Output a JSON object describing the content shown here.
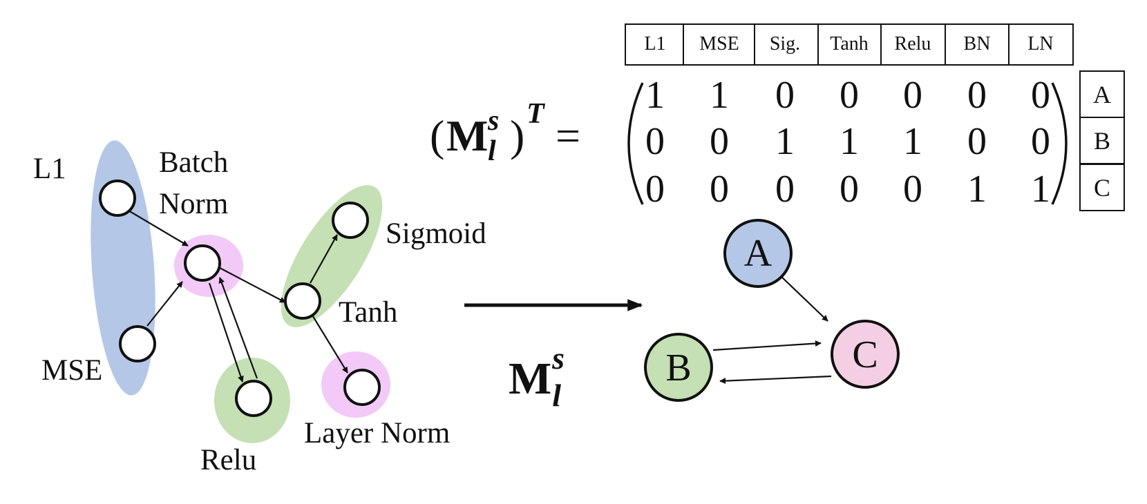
{
  "left_graph": {
    "labels": {
      "l1": "L1",
      "mse": "MSE",
      "batch_norm_line1": "Batch",
      "batch_norm_line2": "Norm",
      "sigmoid": "Sigmoid",
      "tanh": "Tanh",
      "relu": "Relu",
      "layer_norm": "Layer Norm"
    },
    "colors": {
      "blue_group": "#b4c7e7",
      "green_group": "#c5e0b4",
      "pink_group": "#f2c9f7"
    }
  },
  "arrow_label": {
    "base": "M",
    "sub": "l",
    "sup": "s"
  },
  "equation": {
    "base": "M",
    "sub": "l",
    "sup": "s",
    "transpose": "T",
    "equals": "="
  },
  "matrix": {
    "columns": [
      "L1",
      "MSE",
      "Sig.",
      "Tanh",
      "Relu",
      "BN",
      "LN"
    ],
    "rows": [
      {
        "label": "A",
        "values": [
          "1",
          "1",
          "0",
          "0",
          "0",
          "0",
          "0"
        ]
      },
      {
        "label": "B",
        "values": [
          "0",
          "0",
          "1",
          "1",
          "1",
          "0",
          "0"
        ]
      },
      {
        "label": "C",
        "values": [
          "0",
          "0",
          "0",
          "0",
          "0",
          "1",
          "1"
        ]
      }
    ]
  },
  "cluster_graph": {
    "nodes": [
      {
        "label": "A",
        "color": "#b4c7e7"
      },
      {
        "label": "B",
        "color": "#c5e0b4"
      },
      {
        "label": "C",
        "color": "#f4cfe3"
      }
    ]
  }
}
